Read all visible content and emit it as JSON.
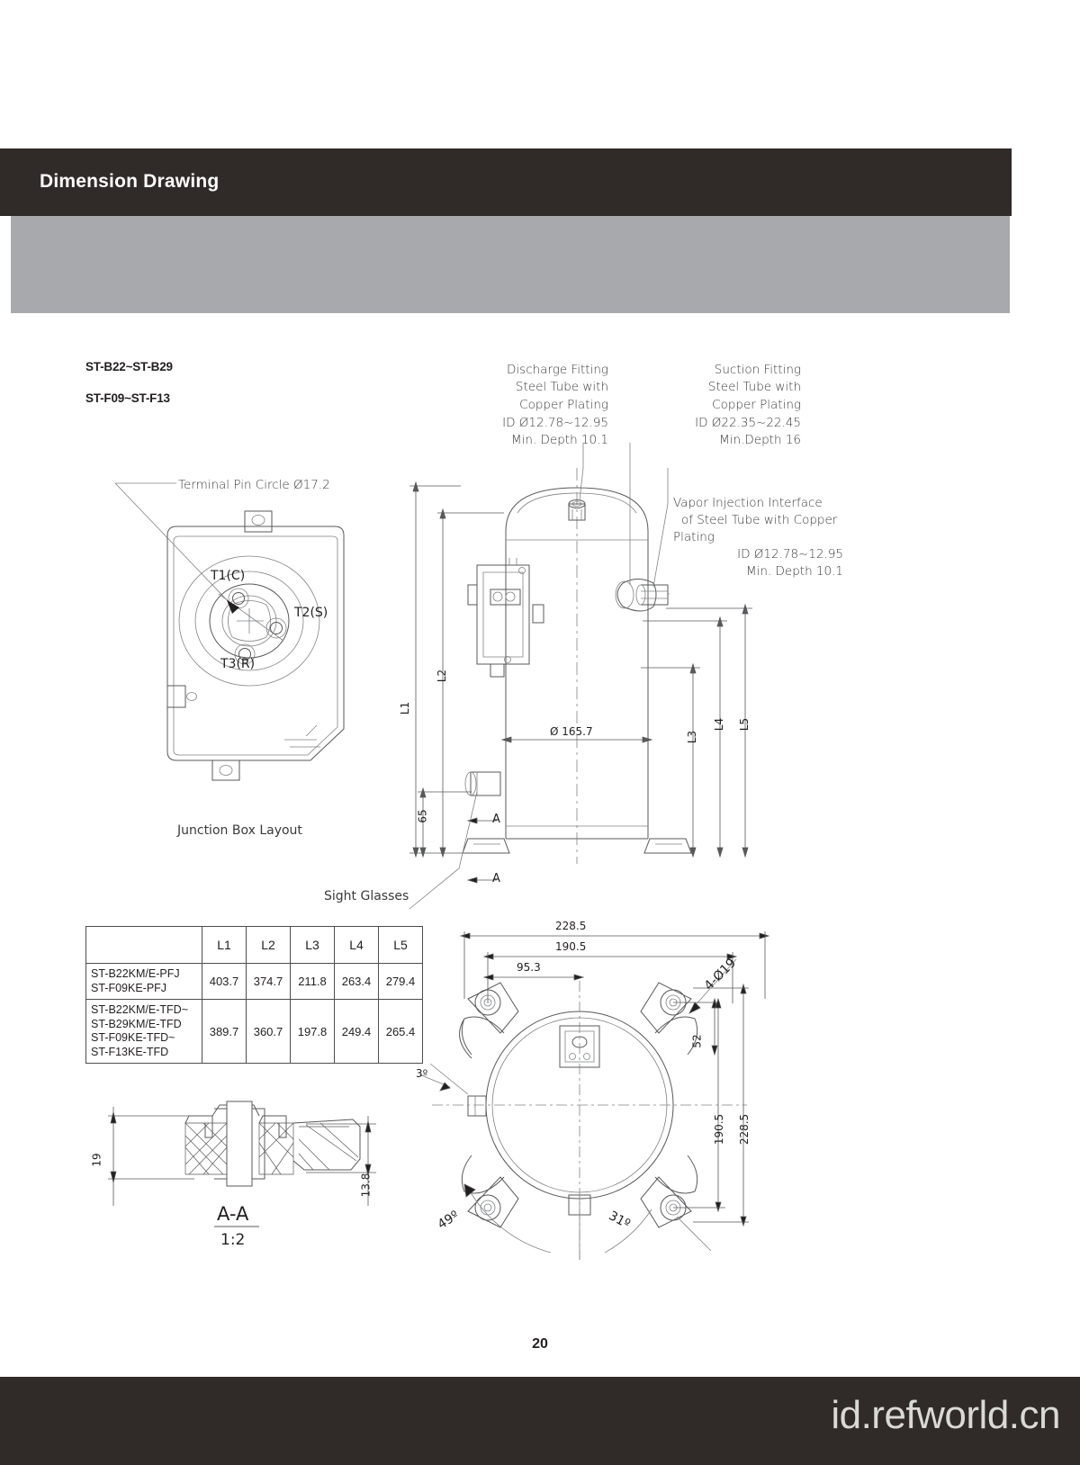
{
  "header": {
    "title": "Dimension Drawing"
  },
  "footer": {
    "page_number": "20",
    "url": "id.refworld.cn"
  },
  "models": {
    "line1": "ST-B22~ST-B29",
    "line2": "ST-F09~ST-F13"
  },
  "annotations": {
    "terminal_pin_circle": "Terminal Pin Circle Ø17.2",
    "junction_box_layout": "Junction Box Layout",
    "sight_glasses": "Sight Glasses",
    "discharge_fitting": {
      "l1": "Discharge Fitting",
      "l2": "Steel Tube with",
      "l3": "Copper Plating",
      "l4": "ID Ø12.78~12.95",
      "l5": "Min. Depth 10.1"
    },
    "suction_fitting": {
      "l1": "Suction Fitting",
      "l2": "Steel Tube with",
      "l3": "Copper Plating",
      "l4": "ID Ø22.35~22.45",
      "l5": "Min.Depth 16"
    },
    "vapor_injection": {
      "l1": "Vapor Injection Interface",
      "l2": "of Steel Tube with Copper",
      "l3": "Plating",
      "l4": "ID Ø12.78~12.95",
      "l5": "Min. Depth 10.1"
    },
    "terminals": {
      "t1": "T1(C)",
      "t2": "T2(S)",
      "t3": "T3(R)"
    },
    "section_label": "A-A",
    "section_scale": "1:2",
    "section_mark_top": "A",
    "section_mark_bottom": "A"
  },
  "dimensions": {
    "l1": "L1",
    "l2": "L2",
    "l3": "L3",
    "l4": "L4",
    "l5": "L5",
    "body_diameter": "Ø 165.7",
    "base_height": "65",
    "width_total": "228.5",
    "width_mid": "190.5",
    "width_half": "95.3",
    "hole_callout": "4-Ø19",
    "hole_spacing_small": "52",
    "height_mid": "190.5",
    "height_total": "228.5",
    "angle_small": "3º",
    "angle_left": "49º",
    "angle_right": "31º",
    "section_h1": "19",
    "section_h2": "13.8"
  },
  "table": {
    "headers": [
      "",
      "L1",
      "L2",
      "L3",
      "L4",
      "L5"
    ],
    "rows": [
      {
        "models": "ST-B22KM/E-PFJ\nST-F09KE-PFJ",
        "values": [
          "403.7",
          "374.7",
          "211.8",
          "263.4",
          "279.4"
        ]
      },
      {
        "models": "ST-B22KM/E-TFD~\nST-B29KM/E-TFD\nST-F09KE-TFD~\nST-F13KE-TFD",
        "values": [
          "389.7",
          "360.7",
          "197.8",
          "249.4",
          "265.4"
        ]
      }
    ]
  },
  "colors": {
    "band_dark": "#302b28",
    "band_gray": "#a7a9ac",
    "line": "#58595b"
  }
}
